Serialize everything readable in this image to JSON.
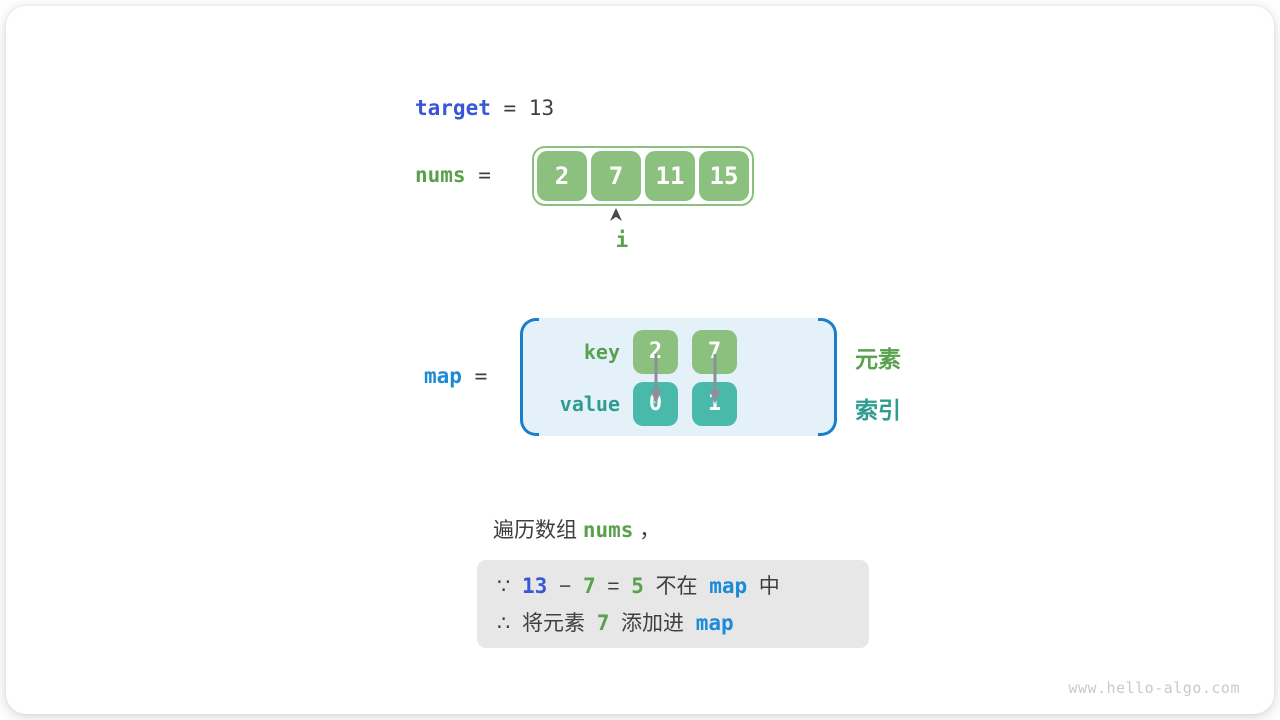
{
  "page": {
    "watermark": "www.hello-algo.com"
  },
  "colors": {
    "royal_blue": "#3956d5",
    "azure_blue": "#1b8bd9",
    "green": "#5aa14e",
    "teal": "#2f9c92",
    "cell_green": "#8cc07e",
    "cell_teal": "#49b9ab",
    "map_fill": "#e4f1f9",
    "bracket_blue": "#1b7ec9",
    "reason_box_gray": "#e7e7e7",
    "text_dark": "#3f3f3f"
  },
  "target_line": {
    "parts": [
      {
        "t": "target",
        "c": "code royal",
        "n": "target-token"
      },
      {
        "t": "  =  ",
        "c": "dark",
        "n": "equals-token"
      },
      {
        "t": "13",
        "c": "dark",
        "n": "target-value"
      }
    ]
  },
  "nums_line": {
    "label_parts": [
      {
        "t": "nums",
        "c": "code green",
        "n": "nums-token"
      },
      {
        "t": "  =",
        "c": "dark",
        "n": "equals-token"
      }
    ],
    "cells": [
      "2",
      "7",
      "11",
      "15"
    ],
    "pointer_label": "i"
  },
  "map_section": {
    "label_parts": [
      {
        "t": "map",
        "c": "code azure",
        "n": "map-token"
      },
      {
        "t": "  =",
        "c": "dark",
        "n": "equals-token"
      }
    ],
    "key_label": "key",
    "value_label": "value",
    "entries": [
      {
        "key": "2",
        "value": "0"
      },
      {
        "key": "7",
        "value": "1"
      }
    ],
    "element_label": "元素",
    "index_label": "索引"
  },
  "caption": {
    "parts": [
      {
        "t": "遍历数组  ",
        "c": "dark",
        "n": "caption-text"
      },
      {
        "t": "nums",
        "c": "code green",
        "n": "nums-token"
      },
      {
        "t": " ，",
        "c": "dark",
        "n": "caption-comma"
      }
    ]
  },
  "reason_box": {
    "line1": [
      {
        "t": "∵  ",
        "c": "dark",
        "n": "because-symbol"
      },
      {
        "t": "13",
        "c": "code royal",
        "n": "target-value"
      },
      {
        "t": "  −  ",
        "c": "dark",
        "n": "minus-operator"
      },
      {
        "t": "7",
        "c": "code green",
        "n": "current-element"
      },
      {
        "t": "  =  ",
        "c": "dark",
        "n": "equals-operator"
      },
      {
        "t": "5",
        "c": "code green",
        "n": "difference-value"
      },
      {
        "t": "  不在  ",
        "c": "dark",
        "n": "not-in-text"
      },
      {
        "t": "map",
        "c": "code azure",
        "n": "map-token"
      },
      {
        "t": "  中",
        "c": "dark",
        "n": "in-text"
      }
    ],
    "line2": [
      {
        "t": "∴  将元素  ",
        "c": "dark",
        "n": "therefore-text"
      },
      {
        "t": "7",
        "c": "code green",
        "n": "current-element"
      },
      {
        "t": "  添加进  ",
        "c": "dark",
        "n": "add-into-text"
      },
      {
        "t": "map",
        "c": "code azure",
        "n": "map-token"
      }
    ]
  }
}
